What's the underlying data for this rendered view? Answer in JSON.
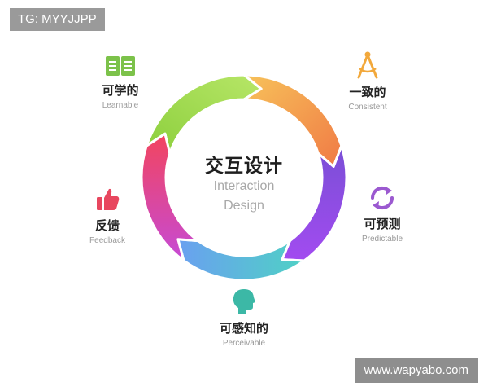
{
  "watermarks": {
    "top_left": "TG: MYYJJPP",
    "bottom_right": "www.wapyabo.com"
  },
  "center": {
    "title": "交互设计",
    "subtitle_line1": "Interaction",
    "subtitle_line2": "Design"
  },
  "nodes": [
    {
      "cn": "可学的",
      "en": "Learnable",
      "icon": "open-book-icon",
      "color": "#7cc24a"
    },
    {
      "cn": "一致的",
      "en": "Consistent",
      "icon": "compass-icon",
      "color": "#f2a83b"
    },
    {
      "cn": "可预测",
      "en": "Predictable",
      "icon": "cycle-arrows-icon",
      "color": "#9b59d0"
    },
    {
      "cn": "可感知的",
      "en": "Perceivable",
      "icon": "head-profile-icon",
      "color": "#3cb8a6"
    },
    {
      "cn": "反馈",
      "en": "Feedback",
      "icon": "thumbs-up-icon",
      "color": "#e8475f"
    }
  ],
  "ring_colors": [
    "#9be05a",
    "#f5a24a",
    "#8a4fe0",
    "#5ac8d8",
    "#ec4a6a"
  ]
}
